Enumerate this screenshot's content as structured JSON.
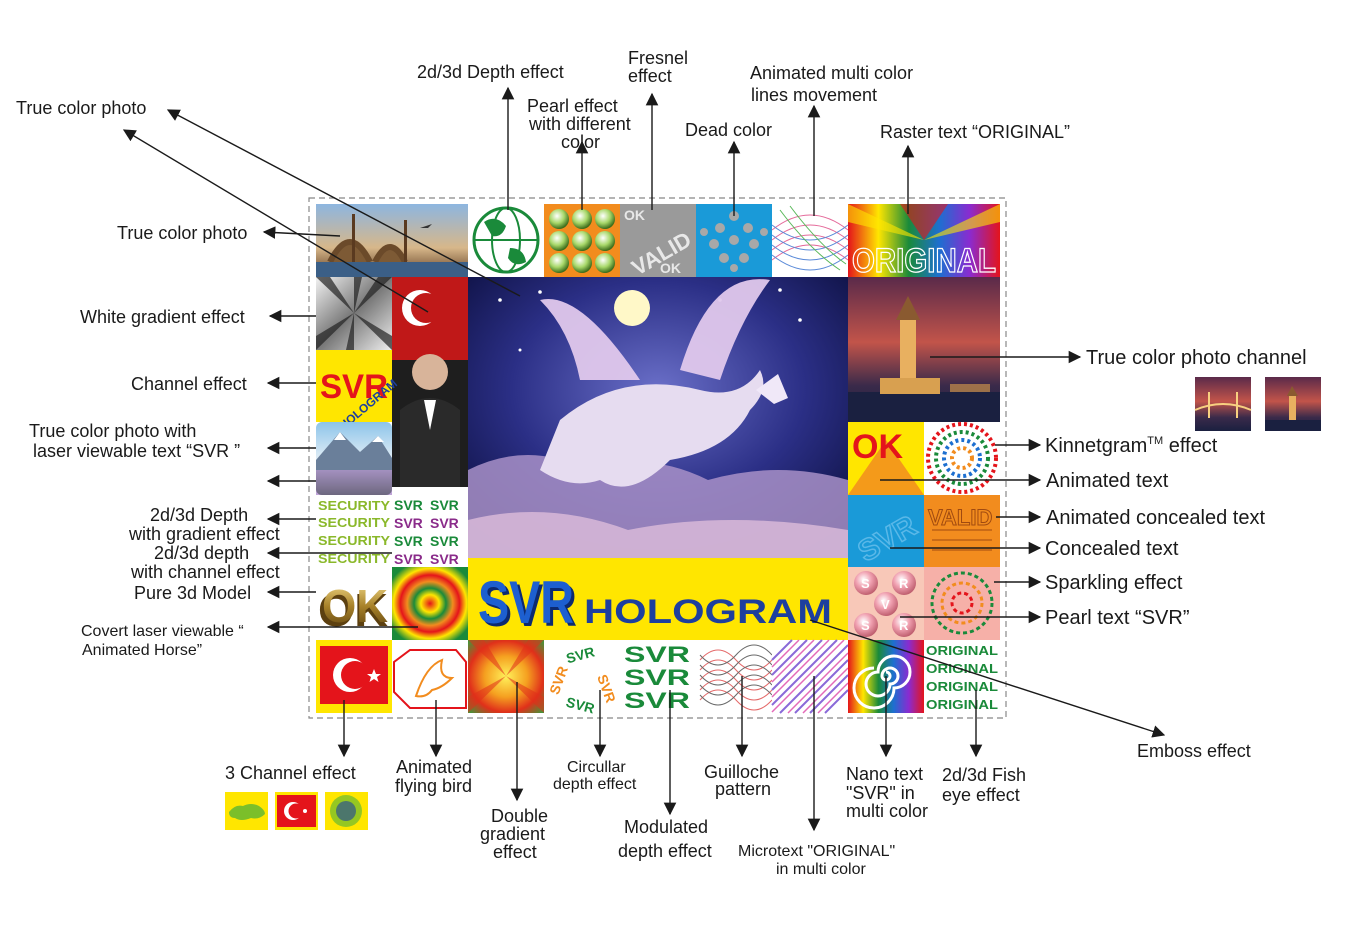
{
  "labels": {
    "true_color_photo_1": "True color photo",
    "true_color_photo_2": "True color photo",
    "white_gradient": "White gradient effect",
    "channel_effect": "Channel effect",
    "true_color_laser_1": "True color photo with",
    "true_color_laser_2": "laser viewable text “SVR ”",
    "depth_gradient_1": "2d/3d Depth",
    "depth_gradient_2": "with gradient effect",
    "depth_channel_1": "2d/3d depth",
    "depth_channel_2": "with channel effect",
    "pure_3d": "Pure 3d Model",
    "covert_1": "Covert laser viewable “",
    "covert_2": "Animated Horse”",
    "depth_effect": "2d/3d Depth effect",
    "pearl_1": "Pearl effect",
    "pearl_2": "with different",
    "pearl_3": "color",
    "fresnel_1": "Fresnel",
    "fresnel_2": "effect",
    "dead_color": "Dead color",
    "animated_lines_1": "Animated multi color",
    "animated_lines_2": "lines movement",
    "raster_text": "Raster text “ORIGINAL”",
    "true_color_channel": "True color photo channel",
    "kinnetgram": "Kinnetgram",
    "kinnetgram_tm": "TM",
    "kinnetgram_effect": " effect",
    "animated_text": "Animated text",
    "animated_concealed": "Animated concealed text",
    "concealed_text": "Concealed text",
    "sparkling": "Sparkling effect",
    "pearl_text": "Pearl text “SVR”",
    "emboss": "Emboss effect",
    "three_channel": "3 Channel effect",
    "bird_1": "Animated",
    "bird_2": "flying bird",
    "double_1": "Double",
    "double_2": "gradient",
    "double_3": "effect",
    "circular_1": "Circullar",
    "circular_2": "depth effect",
    "modulated_1": "Modulated",
    "modulated_2": "depth effect",
    "guilloche_1": "Guilloche",
    "guilloche_2": "pattern",
    "microtext_1": "Microtext \"ORIGINAL\"",
    "microtext_2": "in multi color",
    "nano_1": "Nano text",
    "nano_2": "\"SVR\" in",
    "nano_3": "multi color",
    "fisheye_1": "2d/3d Fish",
    "fisheye_2": "eye effect"
  },
  "tiles": {
    "svr_big": "SVR",
    "hologram_big": "HOLOGRAM",
    "svr_channel": "SVR",
    "hologram_channel": "HOLOGRAM",
    "security": "SECURITY",
    "svr_small": "SVR",
    "ok_3d": "OK",
    "ok_valid_top": "OK",
    "valid": "VALID",
    "ok_valid_bottom": "OK",
    "original_raster": "ORIGINAL",
    "ok_animated": "OK",
    "svr_concealed": "SVR",
    "valid_concealed": "VALID",
    "s_pearl": "S",
    "r_pearl": "R",
    "v_pearl": "V",
    "svr_circ": "SVR",
    "svr_mod": "SVR",
    "original_fish": "ORIGINAL"
  },
  "colors": {
    "yellow": "#ffe600",
    "blue_text": "#1d3f9e",
    "red": "#e4141b",
    "green": "#1a8a3a",
    "orange": "#f28c1e"
  }
}
